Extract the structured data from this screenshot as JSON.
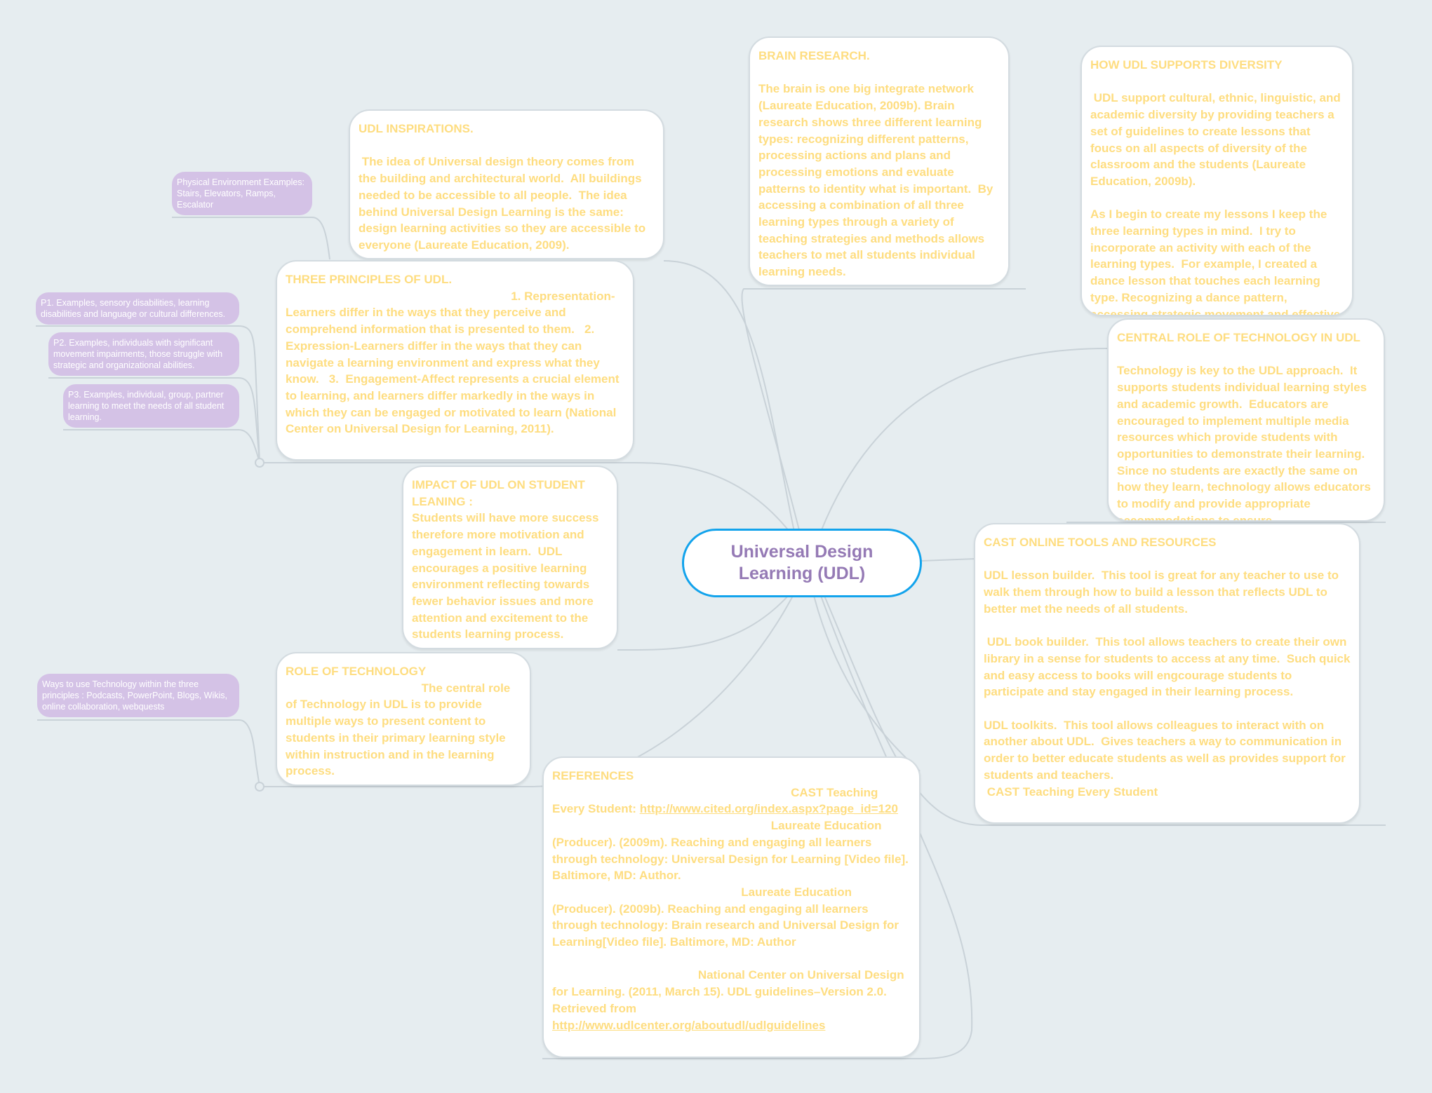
{
  "center_topic": "Universal Design Learning (UDL)",
  "colors": {
    "background": "#e6edf0",
    "topic_text": "#fedd80",
    "central_text": "#957ab5",
    "central_border": "#12a3ec",
    "subtopic_fill": "#d4c2e6"
  },
  "topics": {
    "inspirations": {
      "title": "UDL INSPIRATIONS.",
      "body": " The idea of Universal design theory comes from the building and architectural world.  All buildings needed to be accessible to all people.  The idea behind Universal Design Learning is the same: design learning activities so they are accessible to everyone (Laureate Education, 2009)."
    },
    "brain": {
      "title": "BRAIN RESEARCH.",
      "body": "The brain is one big integrate network (Laureate Education, 2009b). Brain research shows three different learning types: recognizing different patterns, processing actions and plans and processing emotions and evaluate patterns to identity what is important.  By accessing a combination of all three learning types through a variety of teaching strategies and methods allows teachers to met all students individual learning needs."
    },
    "diversity": {
      "title": "HOW UDL SUPPORTS DIVERSITY",
      "body": " UDL support cultural, ethnic, linguistic, and academic diversity by providing teachers a set of guidelines to create lessons that foucs on all aspects of diversity of the classroom and the students (Laureate Education, 2009b).",
      "body2": "As I begin to create my lessons I keep the three learning types in mind.  I try to incorporate an activity with each of the learning types.  For example, I created a dance lesson that touches each learning type. Recognizing a dance pattern, accessing strategic movement and effective"
    },
    "principles": {
      "title": "THREE PRINCIPLES OF UDL.",
      "body": "                                                                    1. Representation-Learners differ in the ways that they perceive and comprehend information that is presented to them.   2.  Expression-Learners differ in the ways that they can navigate a learning environment and express what they know.   3.  Engagement-Affect represents a crucial element to learning, and learners differ markedly in the ways in which they can be engaged or motivated to learn (National Center on Universal Design for Learning, 2011)."
    },
    "central_role": {
      "title": "CENTRAL ROLE OF TECHNOLOGY IN UDL",
      "body": "Technology is key to the UDL approach.  It supports students individual learning styles and academic growth.  Educators are encouraged to implement multiple media resources which provide students with opportunities to demonstrate their learning.  Since no students are exactly the same on how they learn, technology allows educators to modify and provide appropriate accommodations to ensure"
    },
    "impact": {
      "title": "IMPACT OF UDL ON STUDENT LEANING :",
      "body": "Students will have more success therefore more motivation and engagement in learn.  UDL encourages a positive learning environment reflecting towards fewer behavior issues and more attention and excitement to the students learning process."
    },
    "cast": {
      "title": "CAST ONLINE TOOLS AND RESOURCES",
      "items": [
        "UDL lesson builder.  This tool is great for any teacher to use to walk them through how to build a lesson that reflects UDL to better met the needs of all students.",
        " UDL book builder.  This tool allows teachers to create their own library in a sense for students to access at any time.  Such quick and easy access to books will engcourage students to participate and stay engaged in their learning process.",
        "UDL toolkits.  This tool allows colleagues to interact with on another about UDL.  Gives teachers a way to communication in order to better educate students as well as provides support for students and teachers.\n CAST Teaching Every Student"
      ]
    },
    "role_tech": {
      "title": "ROLE OF TECHNOLOGY",
      "body": "                                         The central role of Technology in UDL is to provide multiple ways to present content to students in their primary learning style within instruction and in the learning process."
    },
    "references": {
      "title": "REFERENCES",
      "r1": "                                                                        CAST Teaching Every Student: ",
      "l1": "http://www.cited.org/index.aspx?page_id=120",
      "r2": "                                                                  Laureate Education (Producer). (2009m). Reaching and engaging all learners through technology: Universal Design for Learning [Video file]. Baltimore, MD: Author.",
      "r3": "                                                         Laureate Education (Producer). (2009b). Reaching and engaging all learners through technology: Brain research and Universal Design for Learning[Video file]. Baltimore, MD: Author",
      "r4": "                                            National Center on Universal Design for Learning. (2011, March 15). UDL guidelines–Version 2.0. Retrieved from ",
      "l4": "http://www.udlcenter.org/aboutudl/udlguidelines"
    }
  },
  "subtopics": {
    "physical": "Physical Environment Examples: Stairs, Elevators, Ramps, Escalator",
    "p1": "P1. Examples, sensory disabilities, learning disabilities and language or cultural differences.",
    "p2": "P2. Examples, individuals with significant movement impairments, those struggle with strategic and organizational abilities.",
    "p3": "P3. Examples, individual, group, partner learning to meet the needs of all student learning.",
    "ways": "Ways to use Technology within the three principles :  Podcasts, PowerPoint, Blogs, Wikis, online collaboration, webquests"
  }
}
